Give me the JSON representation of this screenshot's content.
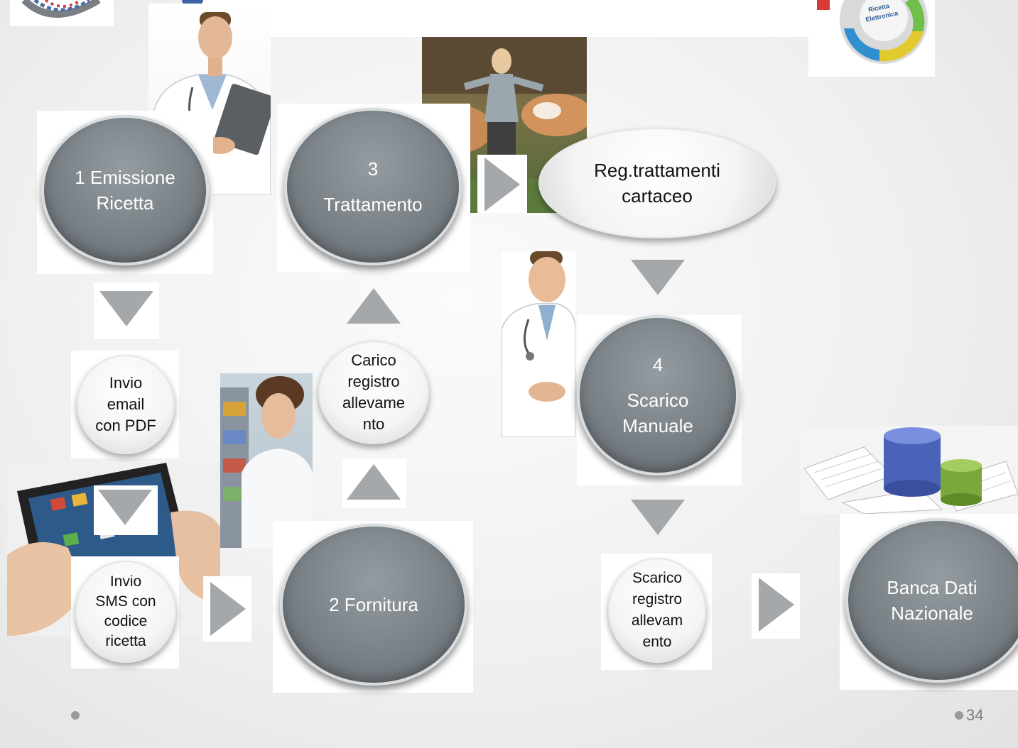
{
  "nodes": {
    "emissione": {
      "line1": "1 Emissione",
      "line2": "Ricetta"
    },
    "trattamento": {
      "line1": "3",
      "line2": "Trattamento"
    },
    "reg_trattamenti": {
      "line1": "Reg.trattamenti",
      "line2": "cartaceo"
    },
    "invio_email": {
      "line1": "Invio",
      "line2": "email",
      "line3": "con PDF"
    },
    "carico": {
      "line1": "Carico",
      "line2": "registro",
      "line3": "allevame",
      "line4": "nto"
    },
    "scarico_manuale": {
      "line1": "4",
      "line2": "Scarico",
      "line3": "Manuale"
    },
    "invio_sms": {
      "line1": "Invio",
      "line2": "SMS con",
      "line3": "codice",
      "line4": "ricetta"
    },
    "fornitura": {
      "line1": "2 Fornitura"
    },
    "scarico_registro": {
      "line1": "Scarico",
      "line2": "registro",
      "line3": "allevam",
      "line4": "ento"
    },
    "banca_dati": {
      "line1": "Banca Dati",
      "line2": "Nazionale"
    }
  },
  "logo_ricetta": {
    "line1": "Ricetta",
    "line2": "Elettronica"
  },
  "footer": {
    "page_number": "34"
  },
  "colors": {
    "dark_node": "#7a8186",
    "light_node": "#f4f4f4",
    "arrow": "#a4a8ab",
    "background": "#f0f0f0"
  }
}
